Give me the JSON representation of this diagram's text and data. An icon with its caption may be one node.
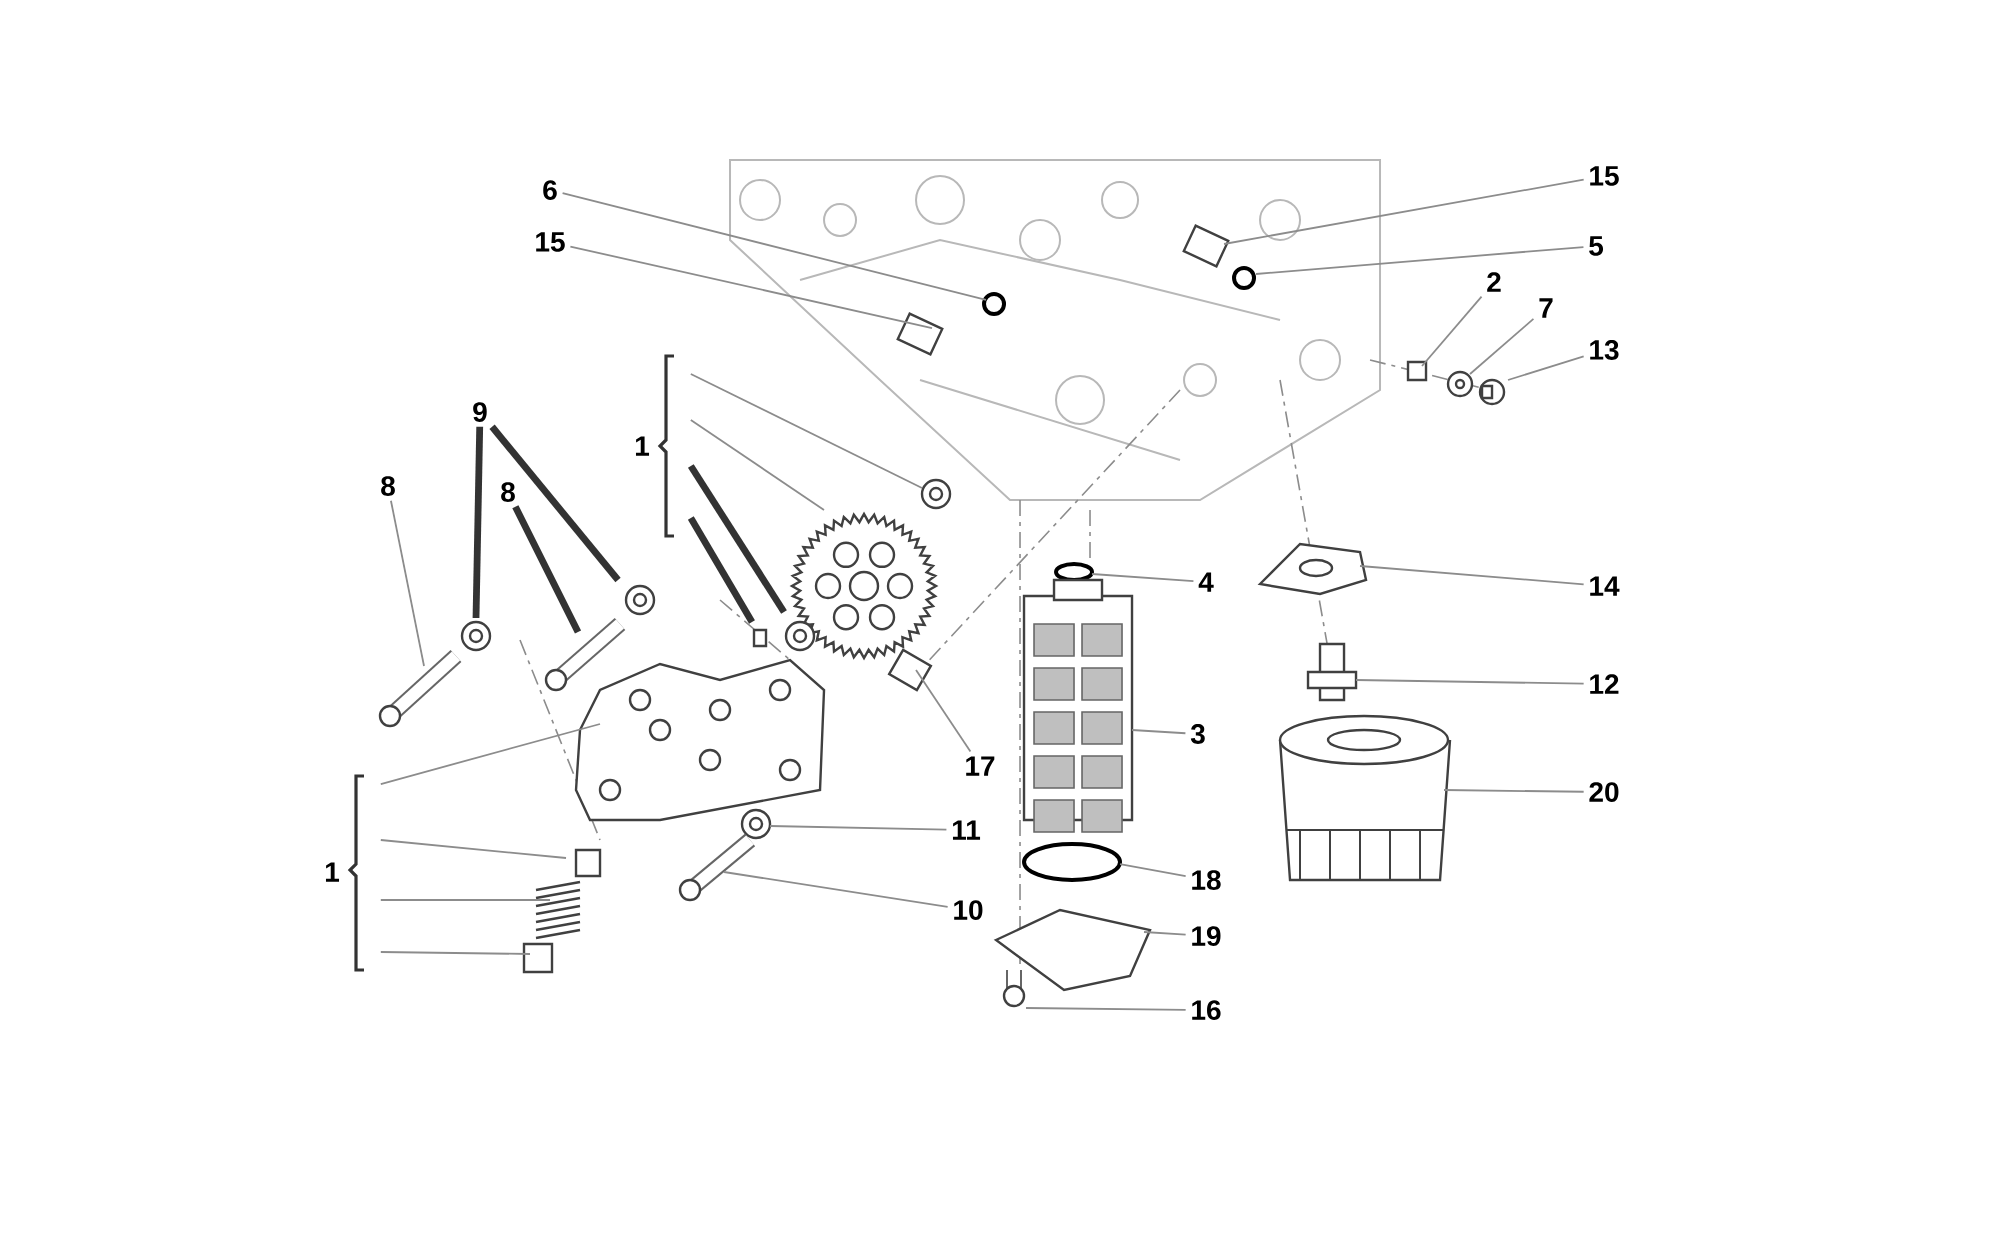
{
  "diagram": {
    "nodes": [
      {
        "text": [
          "6"
        ]
      },
      {
        "text": [
          "15"
        ]
      },
      {
        "text": [
          "15"
        ]
      },
      {
        "text": [
          "5"
        ]
      },
      {
        "text": [
          "2"
        ]
      },
      {
        "text": [
          "7"
        ]
      },
      {
        "text": [
          "13"
        ]
      },
      {
        "text": [
          "9"
        ]
      },
      {
        "text": [
          "1"
        ]
      },
      {
        "text": [
          "8"
        ]
      },
      {
        "text": [
          "8"
        ]
      },
      {
        "text": [
          "4"
        ]
      },
      {
        "text": [
          "14"
        ]
      },
      {
        "text": [
          "12"
        ]
      },
      {
        "text": [
          "3"
        ]
      },
      {
        "text": [
          "17"
        ]
      },
      {
        "text": [
          "20"
        ]
      },
      {
        "text": [
          "11"
        ]
      },
      {
        "text": [
          "1"
        ]
      },
      {
        "text": [
          "18"
        ]
      },
      {
        "text": [
          "10"
        ]
      },
      {
        "text": [
          "19"
        ]
      },
      {
        "text": [
          "16"
        ]
      }
    ],
    "edges": [
      {
        "from": 0,
        "to": null,
        "arrow": "none"
      },
      {
        "from": 1,
        "to": null,
        "arrow": "none"
      },
      {
        "from": 2,
        "to": null,
        "arrow": "none"
      },
      {
        "from": 3,
        "to": null,
        "arrow": "none"
      },
      {
        "from": 4,
        "to": null,
        "arrow": "none"
      },
      {
        "from": 5,
        "to": null,
        "arrow": "none"
      },
      {
        "from": 6,
        "to": null,
        "arrow": "none"
      },
      {
        "from": 7,
        "to": null,
        "arrow": "none",
        "style": "thick",
        "color": "#333333"
      },
      {
        "from": 7,
        "to": null,
        "arrow": "none",
        "style": "thick",
        "color": "#333333"
      },
      {
        "from": 8,
        "to": null,
        "arrow": "none"
      },
      {
        "from": 8,
        "to": null,
        "arrow": "none"
      },
      {
        "from": 8,
        "to": null,
        "arrow": "none",
        "style": "thick",
        "color": "#333333"
      },
      {
        "from": 8,
        "to": null,
        "arrow": "none",
        "style": "thick",
        "color": "#333333"
      },
      {
        "from": 9,
        "to": null,
        "arrow": "none"
      },
      {
        "from": 10,
        "to": null,
        "arrow": "none",
        "style": "thick",
        "color": "#333333"
      },
      {
        "from": 11,
        "to": null,
        "arrow": "none"
      },
      {
        "from": 12,
        "to": null,
        "arrow": "none"
      },
      {
        "from": 13,
        "to": null,
        "arrow": "none"
      },
      {
        "from": 14,
        "to": null,
        "arrow": "none"
      },
      {
        "from": 15,
        "to": null,
        "arrow": "none"
      },
      {
        "from": 16,
        "to": null,
        "arrow": "none"
      },
      {
        "from": 17,
        "to": null,
        "arrow": "none"
      },
      {
        "from": 18,
        "to": null,
        "arrow": "none"
      },
      {
        "from": 18,
        "to": null,
        "arrow": "none"
      },
      {
        "from": 18,
        "to": null,
        "arrow": "none"
      },
      {
        "from": 18,
        "to": null,
        "arrow": "none"
      },
      {
        "from": 19,
        "to": null,
        "arrow": "none"
      },
      {
        "from": 20,
        "to": null,
        "arrow": "none"
      },
      {
        "from": 21,
        "to": null,
        "arrow": "none"
      },
      {
        "from": 22,
        "to": null,
        "arrow": "none"
      }
    ]
  }
}
